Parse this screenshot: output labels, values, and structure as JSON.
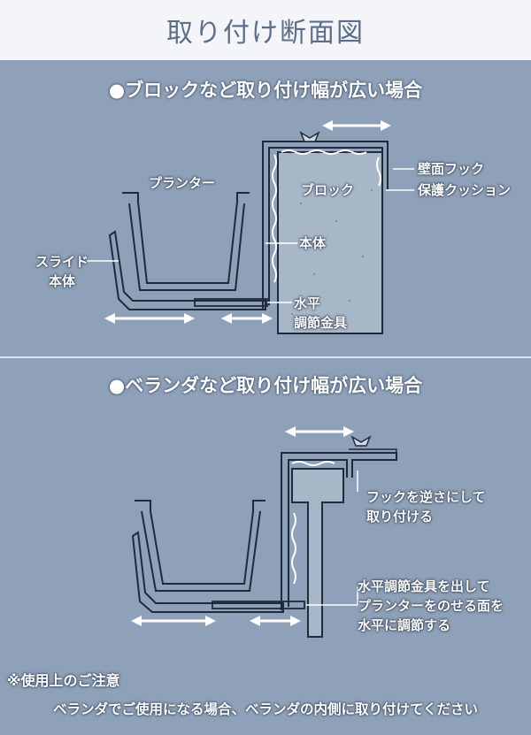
{
  "title": "取り付け断面図",
  "section1": {
    "heading": "●ブロックなど取り付け幅が広い場合",
    "labels": {
      "planter": "プランター",
      "block": "ブロック",
      "wall_hook": "壁面フック",
      "cushion": "保護クッション",
      "body": "本体",
      "slide_1": "スライド",
      "slide_2": "本体",
      "level_1": "水平",
      "level_2": "調節金具"
    }
  },
  "section2": {
    "heading": "●ベランダなど取り付け幅が広い場合",
    "labels": {
      "reverse_1": "フックを逆さにして",
      "reverse_2": "取り付ける",
      "adjust_1": "水平調節金具を出して",
      "adjust_2": "プランターをのせる面を",
      "adjust_3": "水平に調節する"
    }
  },
  "notes": {
    "heading": "※使用上のご注意",
    "body": "ベランダでご使用になる場合、ベランダの内側に取り付けてください"
  },
  "colors": {
    "background": "#8fa1b8",
    "title_bar": "#f4f5f8",
    "title_text": "#5d6f88",
    "line": "#1f2a3a",
    "arrow": "#ffffff",
    "block_fill": "#a8b7c8"
  }
}
